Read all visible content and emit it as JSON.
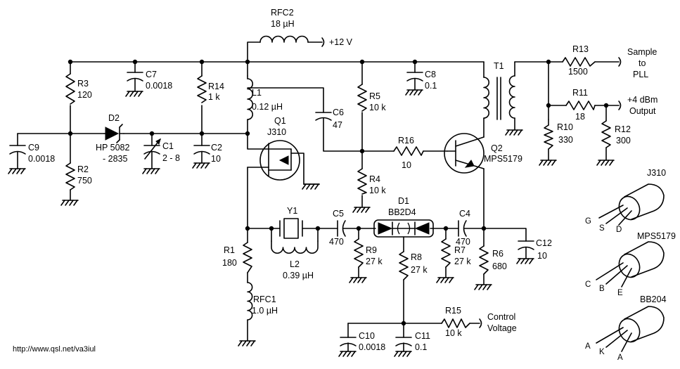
{
  "url": "http://www.qsl.net/va3iul",
  "components": {
    "rfc2": {
      "ref": "RFC2",
      "value": "18 µH"
    },
    "supply": "+12 V",
    "r3": {
      "ref": "R3",
      "value": "120"
    },
    "c7": {
      "ref": "C7",
      "value": "0.0018"
    },
    "r14": {
      "ref": "R14",
      "value": "1 k"
    },
    "l1": {
      "ref": "L1",
      "value": "0.12 µH"
    },
    "q1": {
      "ref": "Q1",
      "value": "J310"
    },
    "c6": {
      "ref": "C6",
      "value": "47"
    },
    "r5": {
      "ref": "R5",
      "value": "10 k"
    },
    "c8": {
      "ref": "C8",
      "value": "0.1"
    },
    "t1": {
      "ref": "T1"
    },
    "r13": {
      "ref": "R13",
      "value": "1500"
    },
    "sample_out": {
      "line1": "Sample",
      "line2": "to",
      "line3": "PLL"
    },
    "r11": {
      "ref": "R11",
      "value": "18"
    },
    "output": {
      "line1": "+4 dBm",
      "line2": "Output"
    },
    "r10": {
      "ref": "R10",
      "value": "330"
    },
    "r12": {
      "ref": "R12",
      "value": "300"
    },
    "c9": {
      "ref": "C9",
      "value": "0.0018"
    },
    "d2": {
      "ref": "D2",
      "value1": "HP  5082",
      "value2": "- 2835"
    },
    "c1": {
      "ref": "C1",
      "value": "2 - 8"
    },
    "c2": {
      "ref": "C2",
      "value": "10"
    },
    "r2": {
      "ref": "R2",
      "value": "750"
    },
    "r16": {
      "ref": "R16",
      "value": "10"
    },
    "q2": {
      "ref": "Q2",
      "value": "MPS5179"
    },
    "r4": {
      "ref": "R4",
      "value": "10 k"
    },
    "y1": {
      "ref": "Y1"
    },
    "c5": {
      "ref": "C5",
      "value": "470"
    },
    "d1": {
      "ref": "D1",
      "value": "BB2D4"
    },
    "c4": {
      "ref": "C4",
      "value": "470"
    },
    "c12": {
      "ref": "C12",
      "value": "10"
    },
    "r1": {
      "ref": "R1",
      "value": "180"
    },
    "l2": {
      "ref": "L2",
      "value": "0.39 µH"
    },
    "r9": {
      "ref": "R9",
      "value": "27 k"
    },
    "r8": {
      "ref": "R8",
      "value": "27 k"
    },
    "r7": {
      "ref": "R7",
      "value": "27 k"
    },
    "r6": {
      "ref": "R6",
      "value": "680"
    },
    "rfc1": {
      "ref": "RFC1",
      "value": "1.0 µH"
    },
    "r15": {
      "ref": "R15",
      "value": "10 k"
    },
    "control": {
      "line1": "Control",
      "line2": "Voltage"
    },
    "c10": {
      "ref": "C10",
      "value": "0.0018"
    },
    "c11": {
      "ref": "C11",
      "value": "0.1"
    }
  },
  "pinouts": {
    "j310": {
      "name": "J310",
      "pins": [
        "G",
        "S",
        "D"
      ]
    },
    "mps5179": {
      "name": "MPS5179",
      "pins": [
        "C",
        "B",
        "E"
      ]
    },
    "bb204": {
      "name": "BB204",
      "pins": [
        "A",
        "K",
        "A"
      ]
    }
  }
}
